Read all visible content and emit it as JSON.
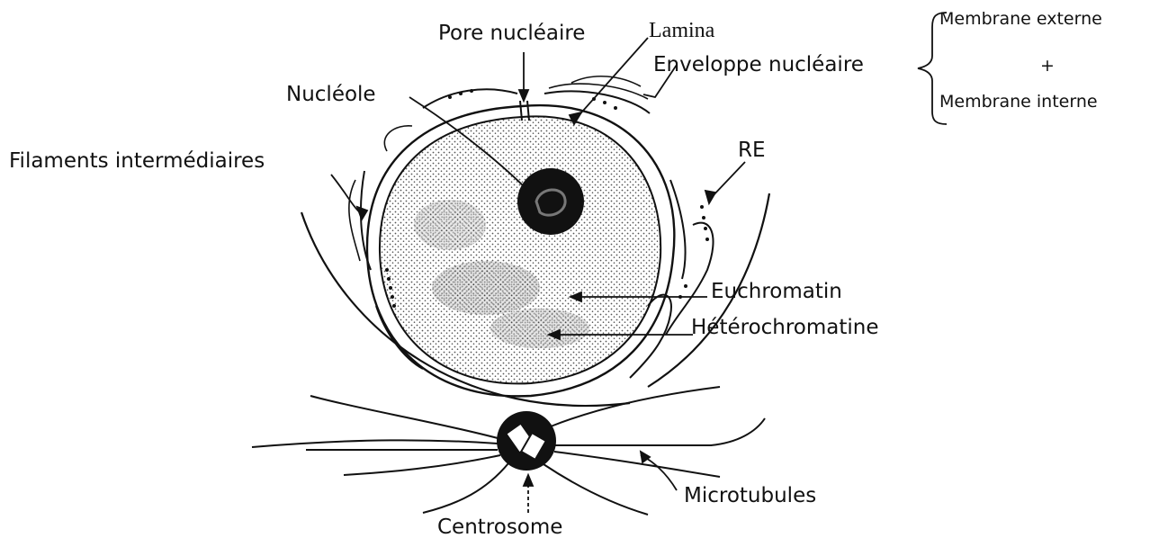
{
  "labels": {
    "pore": "Pore nucléaire",
    "lamina": "Lamina",
    "enveloppe": "Enveloppe nucléaire",
    "nucleole": "Nucléole",
    "filaments": "Filaments intermédiaires",
    "re": "RE",
    "euchromatin": "Euchromatin",
    "heterochromatine": "Hétérochromatine",
    "microtubules": "Microtubules",
    "centrosome": "Centrosome"
  },
  "brace": {
    "top": "Membrane externe",
    "plus": "+",
    "bottom": "Membrane interne"
  },
  "colors": {
    "ink": "#111111",
    "background": "#ffffff",
    "stipple": "#555555"
  }
}
